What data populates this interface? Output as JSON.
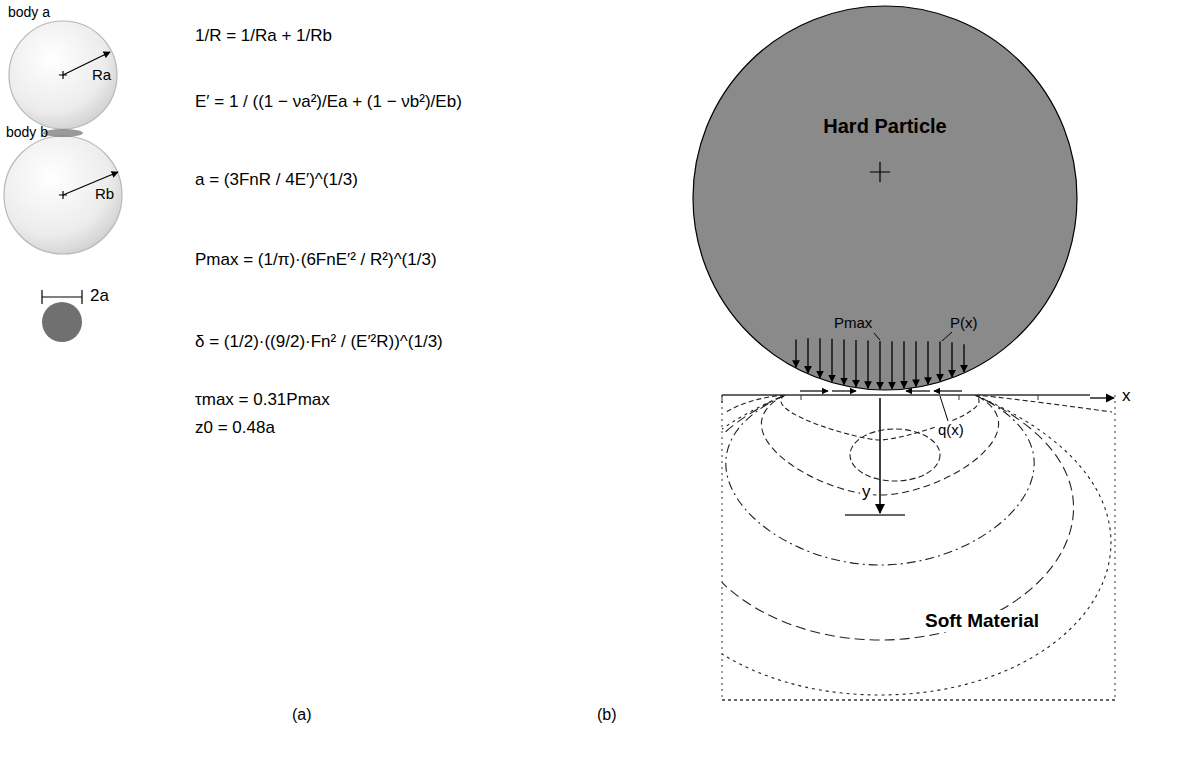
{
  "diagram": {
    "nodes": [
      {
        "text": [
          "Ra"
        ]
      },
      {
        "text": [
          "Rb"
        ]
      },
      {
        "text": [
          "Hard Particle"
        ]
      },
      {
        "text": [
          "Soft Material"
        ]
      }
    ],
    "labels": [
      "body a",
      "body b",
      "2a",
      "1/R = 1/Ra + 1/Rb",
      "E′ = 1 / ((1 − νa²)/Ea + (1 − νb²)/Eb)",
      "a = (3FnR / 4E′)^(1/3)",
      "Pmax = (1/π)·(6FnE′² / R²)^(1/3)",
      "δ = (1/2)·((9/2)·Fn² / (E′²R))^(1/3)",
      "τmax = 0.31Pmax",
      "z0 = 0.48a",
      "(a)",
      "(b)",
      "Pmax",
      "P(x)",
      "x",
      "q(x)",
      "y"
    ]
  }
}
